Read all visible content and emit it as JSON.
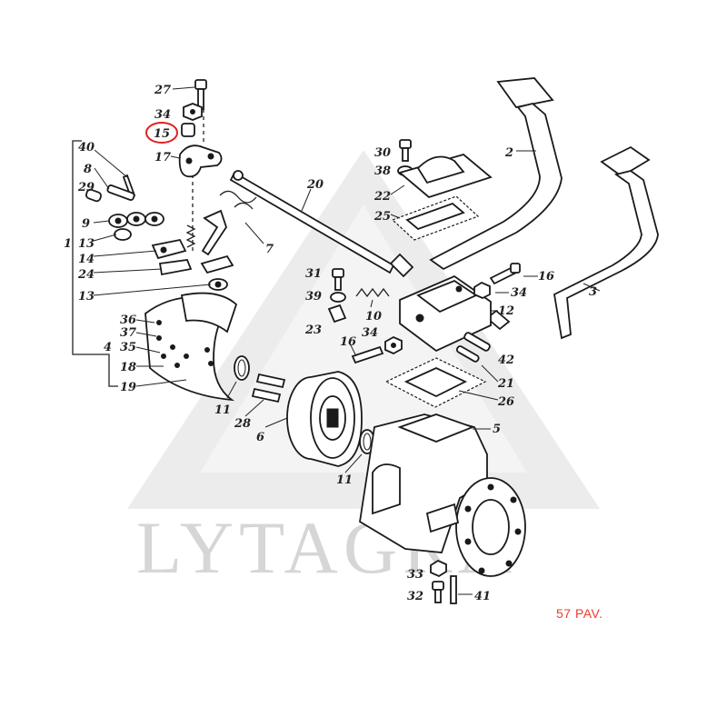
{
  "caption": "57 PAV.",
  "watermark": "LYTAGRA",
  "highlight_color": "#e02020",
  "caption_color": "#e8402f",
  "highlighted_part": "15",
  "labels": {
    "l40": "40",
    "l8": "8",
    "l29": "29",
    "l9": "9",
    "l13a": "13",
    "l1": "1",
    "l14": "14",
    "l24": "24",
    "l13b": "13",
    "l36": "36",
    "l37": "37",
    "l35": "35",
    "l4": "4",
    "l18": "18",
    "l19": "19",
    "l27": "27",
    "l34a": "34",
    "l15": "15",
    "l17": "17",
    "l20": "20",
    "l7": "7",
    "l11a": "11",
    "l28": "28",
    "l6": "6",
    "l11b": "11",
    "l30": "30",
    "l38": "38",
    "l22": "22",
    "l25": "25",
    "l2": "2",
    "l3": "3",
    "l31": "31",
    "l39": "39",
    "l23": "23",
    "l10": "10",
    "l16a": "16",
    "l34b": "34",
    "l12": "12",
    "l16b": "16",
    "l34c": "34",
    "l42": "42",
    "l21": "21",
    "l26": "26",
    "l5": "5",
    "l33": "33",
    "l32": "32",
    "l41": "41"
  }
}
